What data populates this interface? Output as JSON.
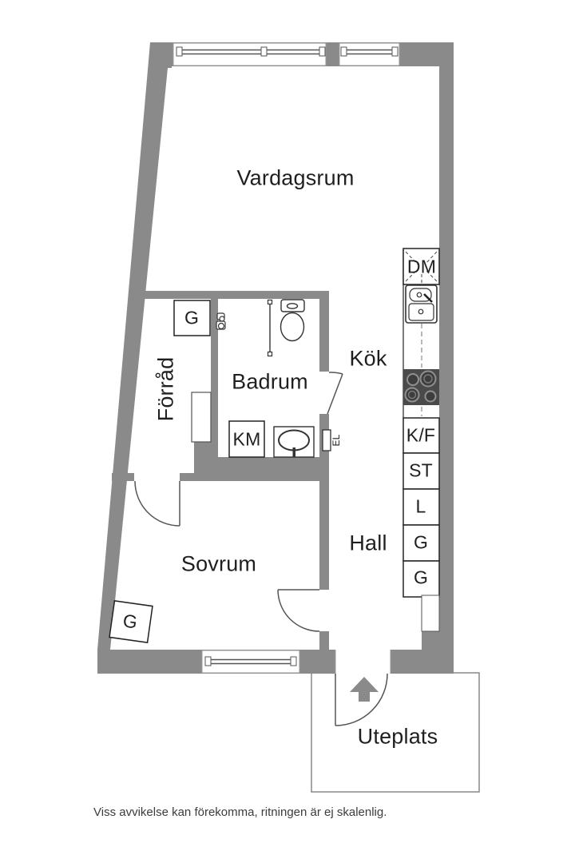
{
  "colors": {
    "wall": "#8A8A8A",
    "stove": "#4A4A4A",
    "outline_dark": "#333333",
    "outline_mid": "#555555",
    "window_frame": "#999999",
    "text": "#1F1F1F",
    "arrow": "#8A8A8A"
  },
  "rooms": {
    "vardagsrum": "Vardagsrum",
    "kok": "Kök",
    "badrum": "Badrum",
    "forrad": "Förråd",
    "sovrum": "Sovrum",
    "hall": "Hall",
    "uteplats": "Uteplats"
  },
  "fixtures": {
    "g_forrad": "G",
    "g_sovrum": "G",
    "dm": "DM",
    "km": "KM",
    "kf": "K/F",
    "st": "ST",
    "l": "L",
    "g1": "G",
    "g2": "G",
    "el": "EL"
  },
  "icons": {
    "dishwasher": "dishwasher-icon",
    "kitchen_sink": "kitchen-sink-icon",
    "stove": "stove-icon",
    "toilet": "toilet-icon",
    "shower": "shower-icon",
    "shower_mixer": "shower-mixer-icon",
    "washbasin": "washbasin-icon",
    "entrance_arrow": "entrance-arrow-icon"
  },
  "footer": {
    "disclaimer": "Viss avvikelse kan förekomma, ritningen är ej skalenlig."
  }
}
